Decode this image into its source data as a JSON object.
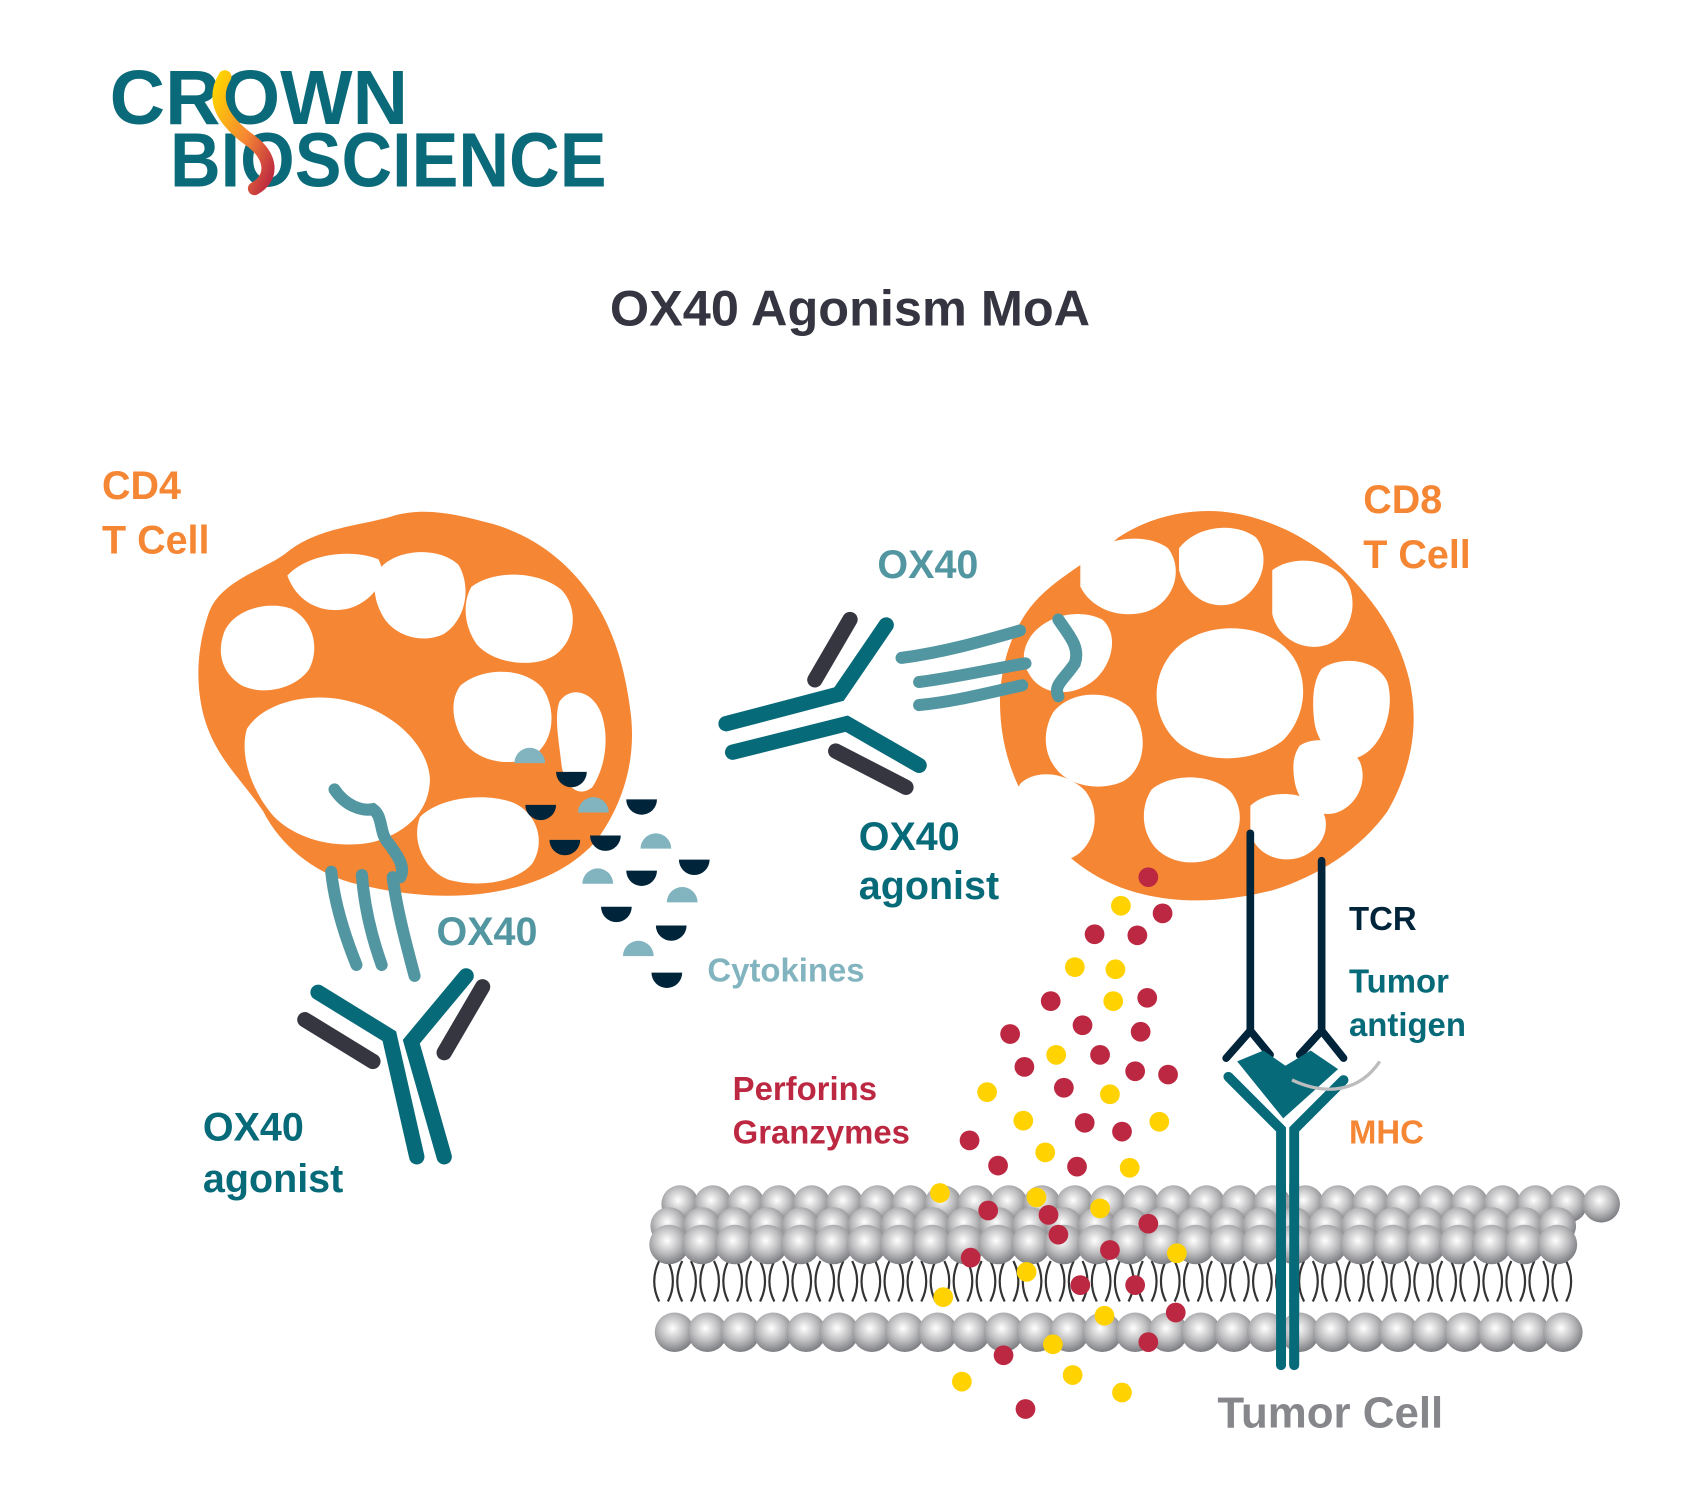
{
  "logo": {
    "line1": "CROWN",
    "line2": "BIOSCIENCE",
    "color": "#0b6a79"
  },
  "title": "OX40 Agonism MoA",
  "labels": {
    "cd4_line1": "CD4",
    "cd4_line2": "T Cell",
    "cd8_line1": "CD8",
    "cd8_line2": "T Cell",
    "ox40_left": "OX40",
    "ox40_right": "OX40",
    "agonist_left_line1": "OX40",
    "agonist_left_line2": "agonist",
    "agonist_mid_line1": "OX40",
    "agonist_mid_line2": "agonist",
    "cytokines": "Cytokines",
    "perforins": "Perforins",
    "granzymes": "Granzymes",
    "tcr": "TCR",
    "tumor_antigen_line1": "Tumor",
    "tumor_antigen_line2": "antigen",
    "mhc": "MHC",
    "tumor_cell": "Tumor Cell"
  },
  "colors": {
    "orange": "#f58634",
    "teal_dark": "#076a79",
    "teal_light": "#5296a1",
    "cytokine_light": "#82b4bf",
    "navy": "#00243a",
    "antibody_dark": "#353640",
    "crimson": "#bc2841",
    "yellow": "#ffd200",
    "title": "#343541",
    "gray_text": "#86878b"
  }
}
